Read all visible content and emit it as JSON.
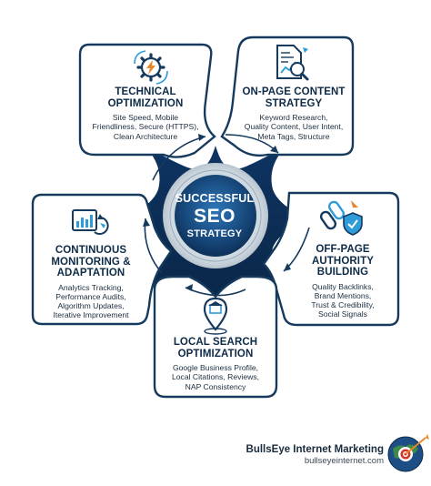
{
  "center": {
    "line1": "SUCCESSFUL",
    "line2": "SEO",
    "line3": "STRATEGY"
  },
  "cards": {
    "technical": {
      "title1": "TECHNICAL",
      "title2": "OPTIMIZATION",
      "desc1": "Site Speed, Mobile",
      "desc2": "Friendliness, Secure (HTTPS),",
      "desc3": "Clean Architecture",
      "icon": "gear-lightning-icon"
    },
    "onpage": {
      "title1": "ON-PAGE CONTENT",
      "title2": "STRATEGY",
      "desc1": "Keyword Research,",
      "desc2": "Quality Content, User Intent,",
      "desc3": "Meta Tags, Structure",
      "icon": "document-magnifier-icon"
    },
    "offpage": {
      "title1": "OFF-PAGE",
      "title2": "AUTHORITY",
      "title3": "BUILDING",
      "desc1": "Quality Backlinks,",
      "desc2": "Brand Mentions,",
      "desc3": "Trust & Credibility,",
      "desc4": "Social Signals",
      "icon": "chain-link-shield-icon"
    },
    "local": {
      "title1": "LOCAL SEARCH",
      "title2": "OPTIMIZATION",
      "desc1": "Google Business Profile,",
      "desc2": "Local Citations, Reviews,",
      "desc3": "NAP Consistency",
      "icon": "map-pin-icon"
    },
    "monitoring": {
      "title1": "CONTINUOUS",
      "title2": "MONITORING &",
      "title3": "ADAPTATION",
      "desc1": "Analytics Tracking,",
      "desc2": "Performance Audits,",
      "desc3": "Algorithm Updates,",
      "desc4": "Iterative Improvement",
      "icon": "analytics-refresh-icon"
    }
  },
  "brand": {
    "name": "BullsEye Internet Marketing",
    "url": "bullseyeinternet.com",
    "logo": "bullseye-globe-logo"
  },
  "colors": {
    "navy": "#0d2a47",
    "blue": "#1f5f99",
    "accent": "#2e9cd9",
    "orange": "#e8862a",
    "card_border": "#163a5e"
  }
}
